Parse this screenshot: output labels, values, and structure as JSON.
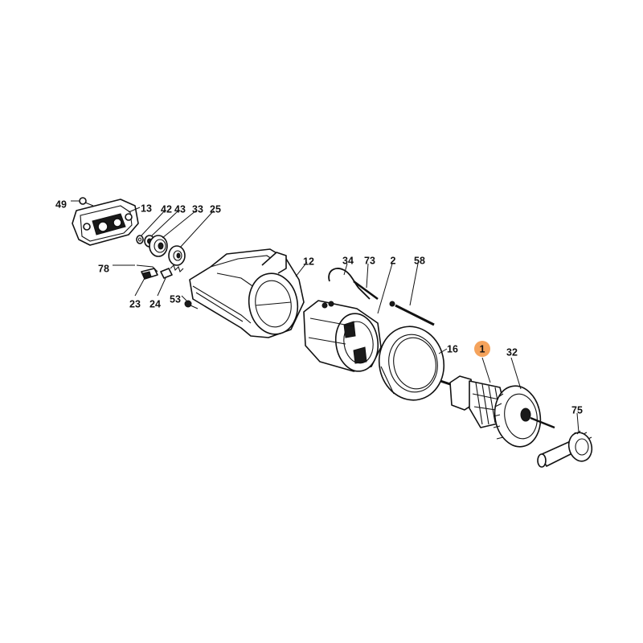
{
  "diagram": {
    "highlight_color": "#f5a35c",
    "callouts": [
      {
        "id": "49",
        "highlighted": false
      },
      {
        "id": "13",
        "highlighted": false
      },
      {
        "id": "42",
        "highlighted": false
      },
      {
        "id": "43",
        "highlighted": false
      },
      {
        "id": "33",
        "highlighted": false
      },
      {
        "id": "25",
        "highlighted": false
      },
      {
        "id": "12",
        "highlighted": false
      },
      {
        "id": "34",
        "highlighted": false
      },
      {
        "id": "73",
        "highlighted": false
      },
      {
        "id": "2",
        "highlighted": false
      },
      {
        "id": "58",
        "highlighted": false
      },
      {
        "id": "78",
        "highlighted": false
      },
      {
        "id": "23",
        "highlighted": false
      },
      {
        "id": "24",
        "highlighted": false
      },
      {
        "id": "53",
        "highlighted": false
      },
      {
        "id": "16",
        "highlighted": false
      },
      {
        "id": "1",
        "highlighted": true
      },
      {
        "id": "32",
        "highlighted": false
      },
      {
        "id": "75",
        "highlighted": false
      }
    ]
  }
}
